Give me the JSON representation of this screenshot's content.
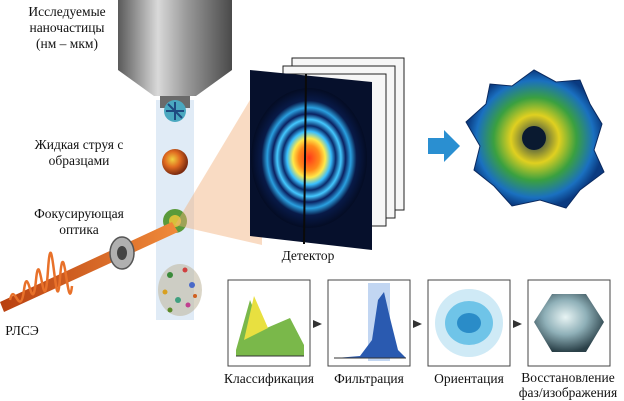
{
  "labels": {
    "particles_line1": "Исследуемые",
    "particles_line2": "наночастицы",
    "particles_line3": "(нм – мкм)",
    "jet_line1": "Жидкая струя с",
    "jet_line2": "образцами",
    "optics_line1": "Фокусирующая",
    "optics_line2": "оптика",
    "detector": "Детектор",
    "xfel": "РЛСЭ"
  },
  "pipeline": {
    "steps": [
      {
        "label": "Классификация"
      },
      {
        "label": "Фильтрация"
      },
      {
        "label": "Ориентация"
      },
      {
        "label": "Восстановление",
        "label2": "фаз/изображения"
      }
    ]
  },
  "colors": {
    "beam": "#e8712a",
    "arrow": "#2a8fd1",
    "jet": "#cfdff0",
    "nozzle": "#8c8c8c"
  }
}
